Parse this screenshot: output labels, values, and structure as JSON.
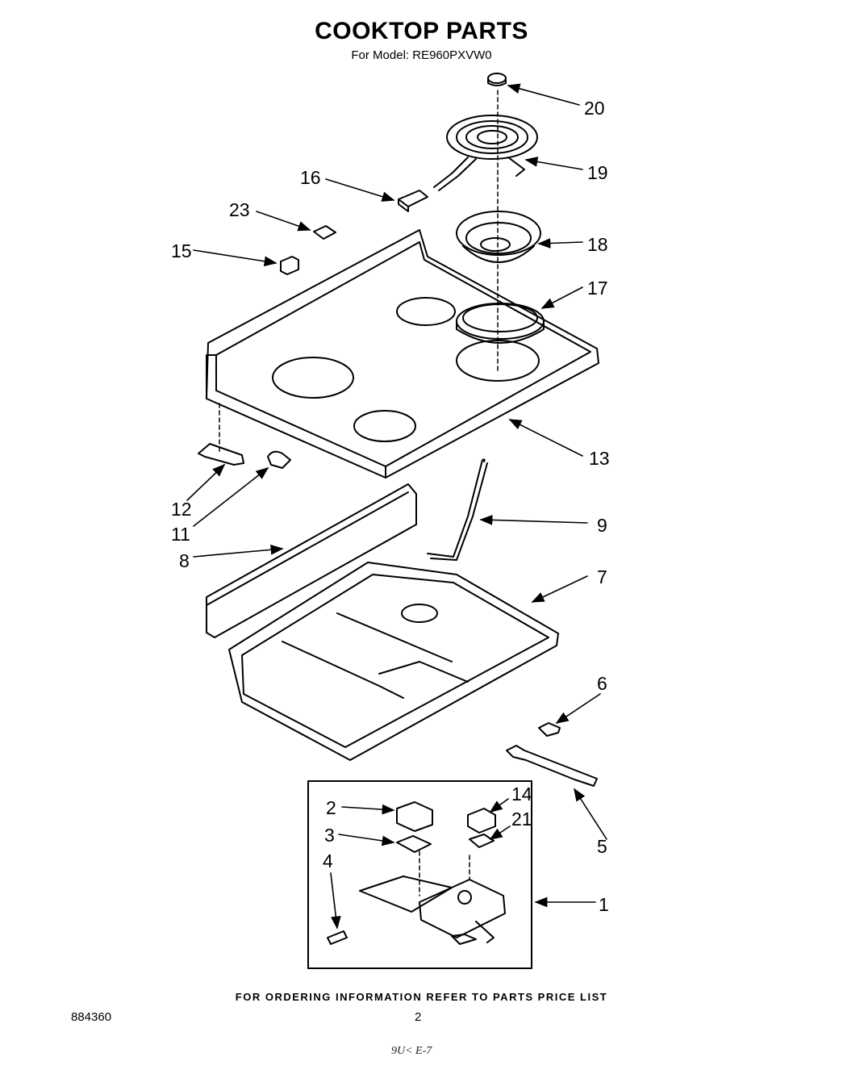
{
  "header": {
    "title": "COOKTOP PARTS",
    "subtitle": "For Model: RE960PXVW0"
  },
  "footer": {
    "ordering_note": "FOR ORDERING INFORMATION REFER TO PARTS PRICE LIST",
    "doc_number": "884360",
    "page_number": "2",
    "handwritten_mark": "9U< E-7"
  },
  "callouts": {
    "p1": "1",
    "p2": "2",
    "p3": "3",
    "p4": "4",
    "p5": "5",
    "p6": "6",
    "p7": "7",
    "p8": "8",
    "p9": "9",
    "p11": "11",
    "p12": "12",
    "p13": "13",
    "p14": "14",
    "p15": "15",
    "p16": "16",
    "p17": "17",
    "p18": "18",
    "p19": "19",
    "p20": "20",
    "p21": "21",
    "p23": "23"
  }
}
